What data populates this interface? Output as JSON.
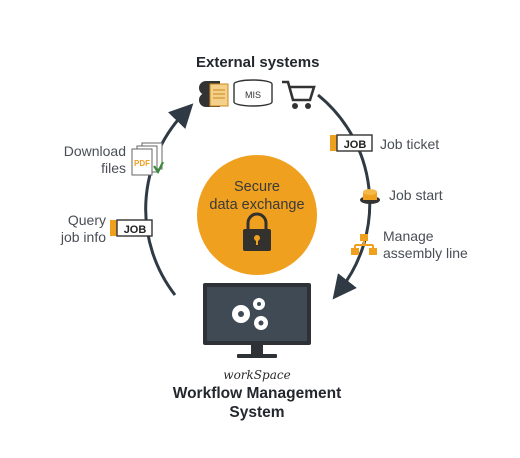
{
  "header": {
    "title": "External systems"
  },
  "center": {
    "line1": "Secure",
    "line2": "data exchange"
  },
  "steps": {
    "job_ticket": "Job ticket",
    "job_start": "Job start",
    "manage_1": "Manage",
    "manage_2": "assembly line",
    "download_1": "Download",
    "download_2": "files",
    "query_1": "Query",
    "query_2": "job info"
  },
  "icons": {
    "mis_label": "MIS",
    "job_label": "JOB",
    "pdf_label": "PDF"
  },
  "footer": {
    "brand": "workSpace",
    "title_1": "Workflow Management",
    "title_2": "System"
  },
  "colors": {
    "accent_orange": "#f0a01f",
    "ring_dark": "#2f3a45",
    "lock_dark": "#33312d",
    "monitor_frame": "#2e3136",
    "monitor_screen": "#3f4a55"
  }
}
